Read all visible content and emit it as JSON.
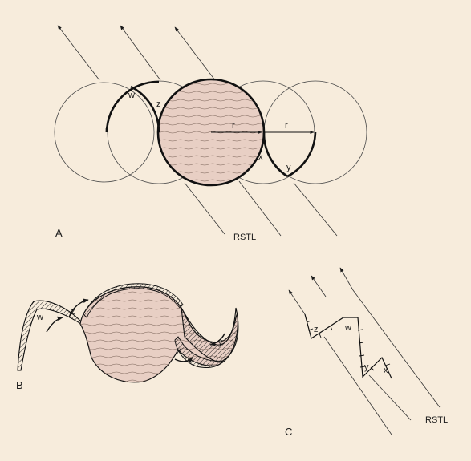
{
  "panels": {
    "a": {
      "letter": "A",
      "labels": {
        "w": "w",
        "z": "z",
        "r1": "r",
        "r2": "r",
        "x": "x",
        "y": "y",
        "rstl": "RSTL"
      }
    },
    "b": {
      "letter": "B",
      "labels": {
        "w": "w",
        "z": "z",
        "x": "x",
        "y": "y"
      }
    },
    "c": {
      "letter": "C",
      "labels": {
        "z": "z",
        "w": "w",
        "y": "y",
        "x": "x",
        "rstl": "RSTL"
      }
    }
  },
  "colors": {
    "background": "#f7ecdc",
    "lesion_fill": "#e8cfc4",
    "line": "#111111"
  }
}
